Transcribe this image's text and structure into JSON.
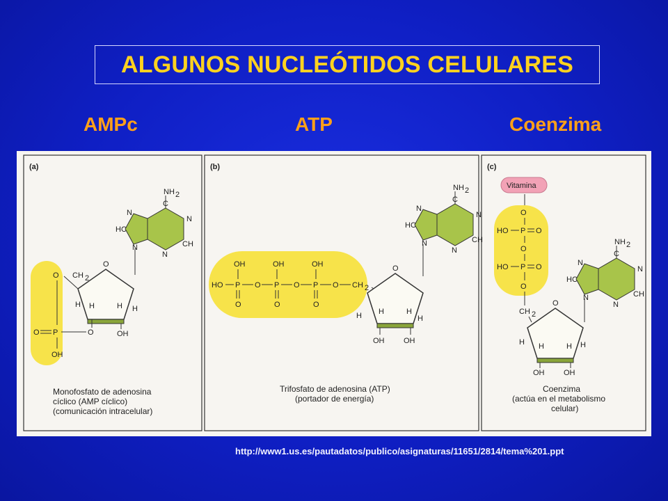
{
  "title": "ALGUNOS NUCLEÓTIDOS CELULARES",
  "headings": [
    "AMPc",
    "ATP",
    "Coenzima"
  ],
  "source_url": "http://www1.us.es/pautadatos/publico/asignaturas/11651/2814/tema%201.ppt",
  "colors": {
    "background": "#0f1fc4",
    "title": "#ffd21f",
    "headings": "#ffa019",
    "phosphate_highlight": "#f7e34a",
    "base_ring": "#a8c44a",
    "vitamin_tag": "#f2a2b6"
  },
  "panels": {
    "a": {
      "label": "(a)",
      "caption": [
        "Monofosfato de adenosina",
        "cíclico (AMP cíclico)",
        "(comunicación intracelular)"
      ]
    },
    "b": {
      "label": "(b)",
      "caption": [
        "Trifosfato de adenosina (ATP)",
        "(portador de energía)"
      ]
    },
    "c": {
      "label": "(c)",
      "vitamin": "Vitamina",
      "caption": [
        "Coenzima",
        "(actúa en el metabolismo",
        "celular)"
      ]
    }
  }
}
